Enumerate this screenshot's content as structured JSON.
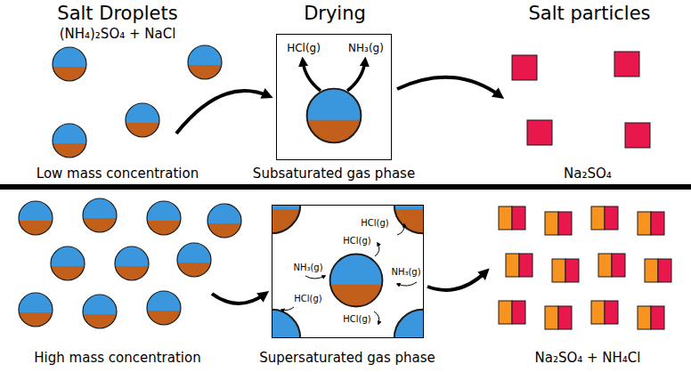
{
  "diagram": {
    "nodes": [
      {
        "text": [
          "Drying",
          "HCl(g)",
          "NH₃(g)"
        ]
      },
      {
        "text": [
          "HCl(g)",
          "HCl(g)",
          "NH₃(g)",
          "NH₃(g)",
          "HCl(g)",
          "HCl(g)"
        ]
      }
    ],
    "labels": [
      "Salt Droplets",
      "(NH₄)₂SO₄ + NaCl",
      "Salt particles",
      "Low mass concentration",
      "Subsaturated gas phase",
      "Na₂SO₄",
      "High mass concentration",
      "Supersaturated gas phase",
      "Na₂SO₄ + NH₄Cl"
    ]
  }
}
